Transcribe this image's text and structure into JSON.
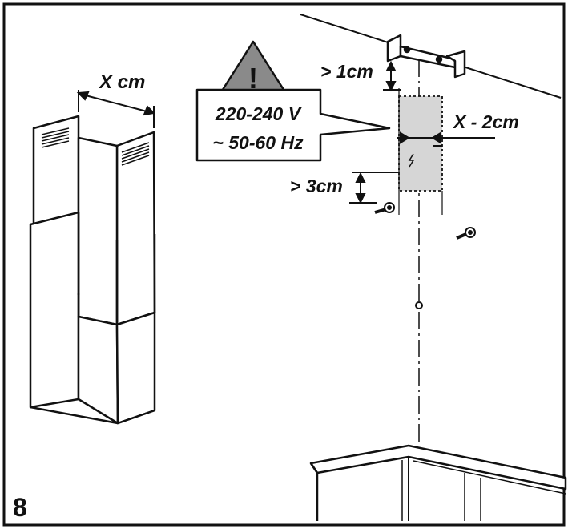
{
  "step_number": "8",
  "labels": {
    "width": "X cm",
    "top_gap": "> 1cm",
    "box_width": "X - 2cm",
    "bottom_gap": "> 3cm"
  },
  "warning": {
    "symbol": "!",
    "voltage": "220-240 V",
    "frequency": "~ 50-60 Hz"
  },
  "colors": {
    "line": "#111111",
    "box_fill": "#d6d6d6",
    "warning_fill": "#8a8a8a"
  }
}
